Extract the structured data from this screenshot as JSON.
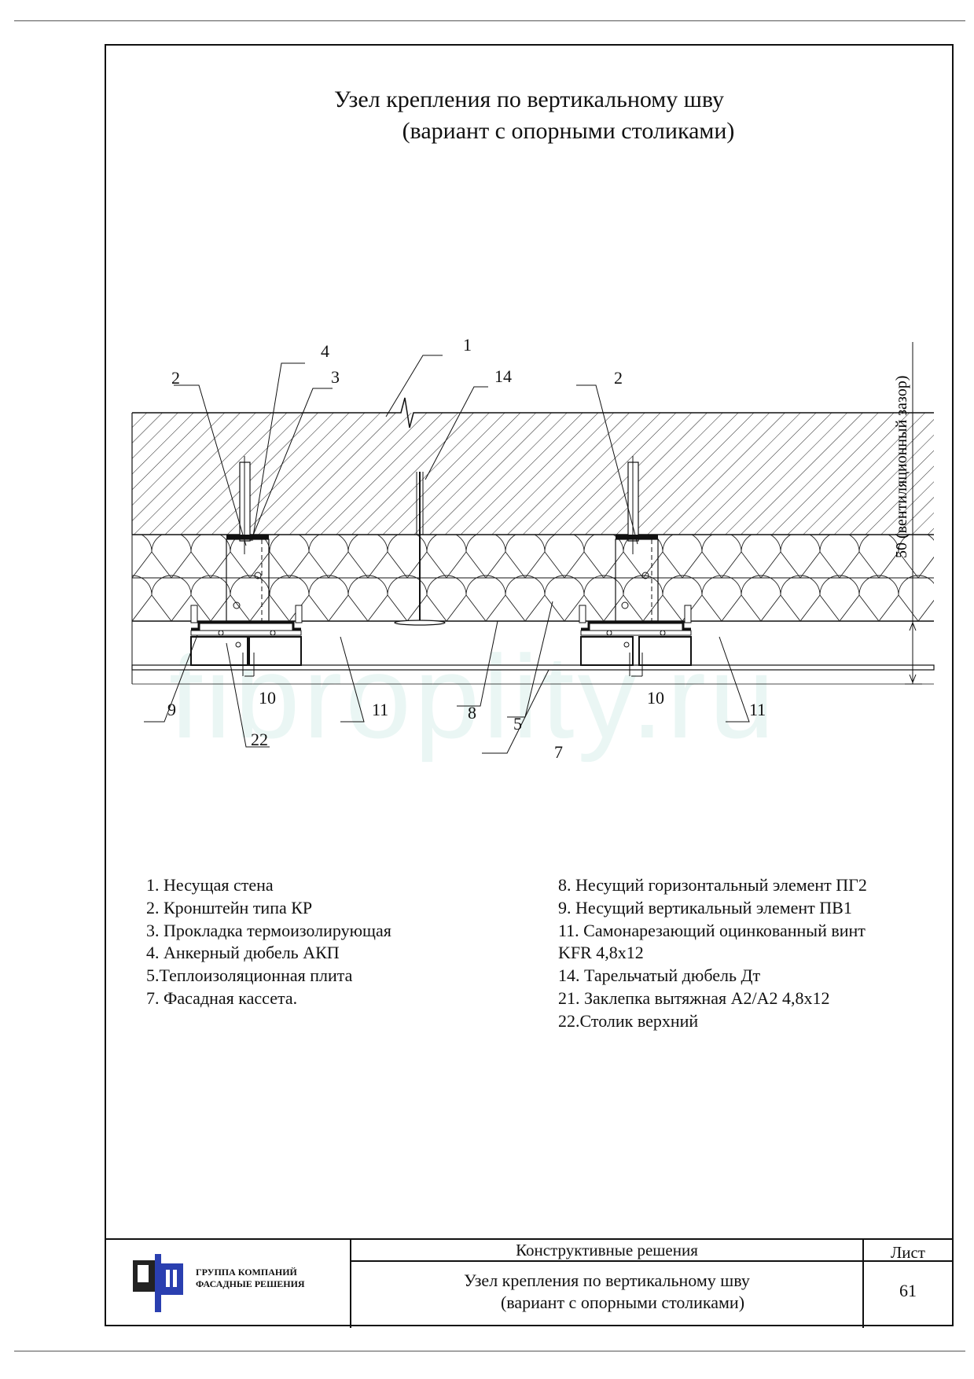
{
  "title": {
    "line1": "Узел крепления по вертикальному шву",
    "line2": "(вариант с опорными столиками)"
  },
  "drawing": {
    "callouts": [
      "1",
      "2",
      "2",
      "3",
      "4",
      "5",
      "7",
      "8",
      "9",
      "10",
      "10",
      "11",
      "11",
      "14",
      "22"
    ],
    "dimension_label": "50 (вентиляционный зазор)"
  },
  "watermark": "fibroplity.ru",
  "legend": {
    "left": [
      "1. Несущая стена",
      "2. Кронштейн типа КР",
      "3. Прокладка термоизолирующая",
      "4. Анкерный дюбель АКП",
      "5.Теплоизоляционная плита",
      "7. Фасадная кассета."
    ],
    "right": [
      "8. Несущий горизонтальный элемент ПГ2",
      "9. Несущий вертикальный элемент ПВ1",
      "11. Самонарезающий оцинкованный винт",
      "KFR 4,8х12",
      "14. Тарельчатый дюбель Дт",
      "21. Заклепка вытяжная А2/А2 4,8х12",
      "22.Столик верхний"
    ]
  },
  "title_block": {
    "logo_line1": "ГРУППА КОМПАНИЙ",
    "logo_line2": "ФАСАДНЫЕ РЕШЕНИЯ",
    "section": "Конструктивные решения",
    "name_line1": "Узел крепления по вертикальному шву",
    "name_line2": "(вариант с опорными столиками)",
    "sheet_label": "Лист",
    "sheet_number": "61"
  }
}
